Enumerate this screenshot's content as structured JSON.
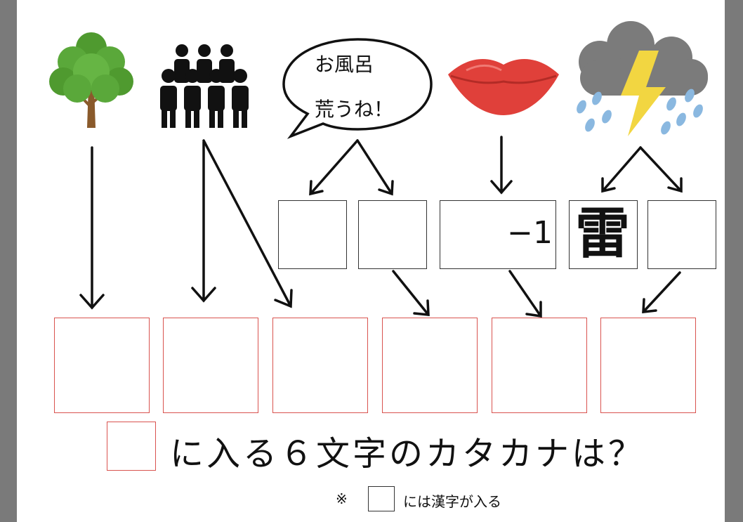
{
  "bubble": {
    "line1": "お風呂",
    "line2": "荒うね！"
  },
  "hint_boxes": {
    "box3_text": "−1",
    "box4_text": "雷"
  },
  "question": {
    "text": "に入る６文字のカタカナは？"
  },
  "note": {
    "mark": "※",
    "text": "には漢字が入る"
  },
  "icons": [
    "tree-icon",
    "people-group-icon",
    "speech-bubble-icon",
    "lips-icon",
    "thunderstorm-icon"
  ],
  "colors": {
    "answer_box_border": "#d9534f",
    "hint_box_border": "#333333",
    "tree_green": "#5aa83a",
    "lips_red": "#e0403a",
    "cloud_gray": "#7b7b7b",
    "lightning_yellow": "#f2d641",
    "rain_blue": "#8ab8e0"
  }
}
